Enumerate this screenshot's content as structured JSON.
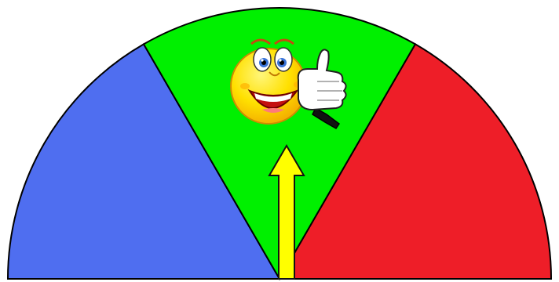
{
  "gauge": {
    "segments": [
      {
        "name": "blue",
        "color": "#4F6EF0"
      },
      {
        "name": "green",
        "color": "#00F000"
      },
      {
        "name": "red",
        "color": "#EE1E28"
      }
    ],
    "pointer": {
      "color": "#FFFF00",
      "stroke": "#111111",
      "level": 0.5
    },
    "emoji": {
      "icon": "thumbs-up-smiley-icon",
      "face_color": "#FFE000",
      "glove_color": "#FFFFFF"
    }
  }
}
